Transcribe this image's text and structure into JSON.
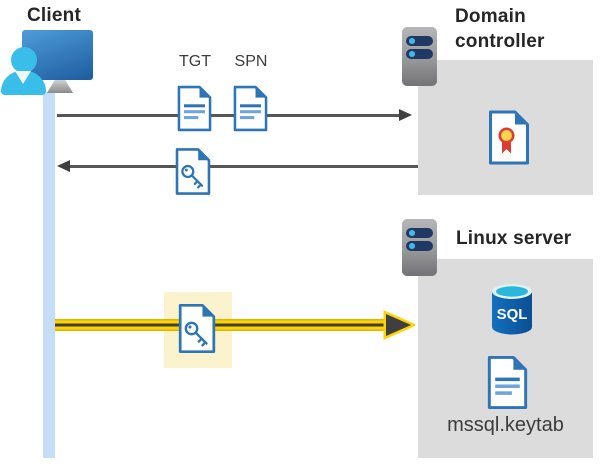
{
  "client": {
    "title": "Client"
  },
  "messages": {
    "tgt_label": "TGT",
    "spn_label": "SPN"
  },
  "domain_controller": {
    "title": "Domain controller"
  },
  "linux_server": {
    "title": "Linux server",
    "sql_badge": "SQL",
    "keytab_label": "mssql.keytab"
  },
  "colors": {
    "doc-blue": "#2e75b6",
    "doc-blue-light": "#6fa3dc",
    "gray-box": "#dcdcdc",
    "lifeline": "#c5ddf7",
    "arrow-gray": "#565656",
    "arrow-head": "#3f3f3f",
    "hl-yellow": "#fbf3ce",
    "arrow-yellow": "#ffd400",
    "arrow-yellow-edge": "#e0b400",
    "navy": "#1f3864",
    "dot-cyan": "#46b8e6",
    "person-cyan": "#38bee8",
    "monitor-a": "#4f9cdb",
    "monitor-b": "#1d5c9e",
    "server-a": "#b6b6b8",
    "server-b": "#737377",
    "cert-red": "#dd3c32",
    "cert-yellow": "#ffd34d",
    "sql-body-a": "#1470be",
    "sql-body-b": "#0a4e92",
    "sql-top": "#2bb7dc",
    "text-dark": "#3c3c3c",
    "title-color": "#262626"
  }
}
